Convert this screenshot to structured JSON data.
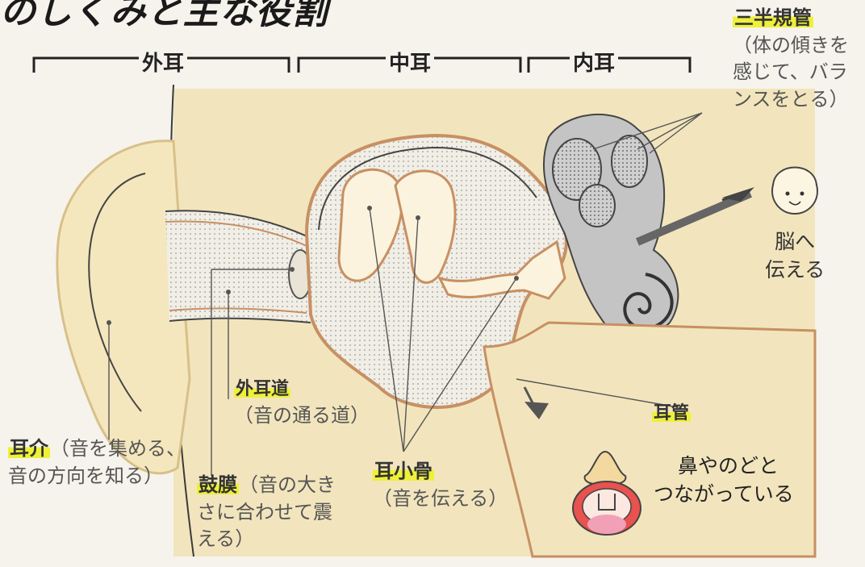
{
  "title": "のしくみと主な役割",
  "sections": {
    "outer": "外耳",
    "middle": "中耳",
    "inner": "内耳"
  },
  "labels": {
    "pinna_name": "耳介",
    "pinna_desc_1": "（音を集める、",
    "pinna_desc_2": "音の方向を知る）",
    "canal_name": "外耳道",
    "canal_desc": "（音の通る道）",
    "drum_name": "鼓膜",
    "drum_desc_1": "（音の大き",
    "drum_desc_2": "さに合わせて震",
    "drum_desc_3": "える）",
    "ossicles_name": "耳小骨",
    "ossicles_desc": "（音を伝える）",
    "tube_name": "耳管",
    "nose_desc_1": "鼻やのどと",
    "nose_desc_2": "つながっている",
    "scc_name": "三半規管",
    "scc_desc_1": "（体の傾きを",
    "scc_desc_2": "感じて、バラ",
    "scc_desc_3": "ンスをとる）",
    "brain_1": "脳へ",
    "brain_2": "伝える"
  },
  "colors": {
    "skin": "#f2e3b6",
    "skin_edge": "#e0c98a",
    "bone_line": "#c79063",
    "highlight": "#eef03a",
    "inner_ear": "#b4b4b4",
    "mouth": "#e8524f"
  },
  "icons": [
    "arrow-to-brain-icon",
    "child-face-icon",
    "nose-icon",
    "mouth-icon",
    "arrow-down-icon"
  ]
}
